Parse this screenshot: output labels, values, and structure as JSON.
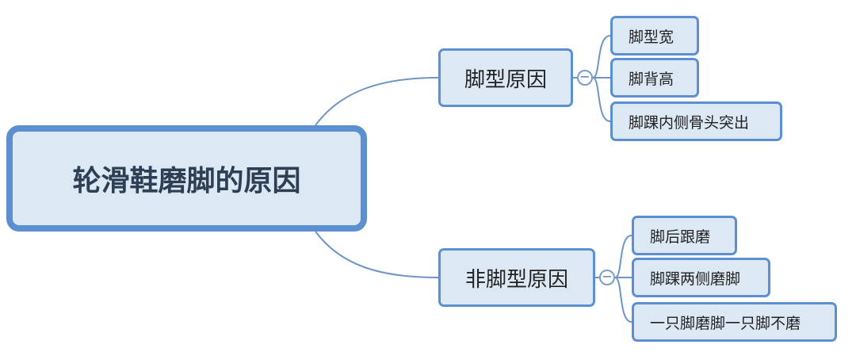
{
  "root": {
    "label": "轮滑鞋磨脚的原因"
  },
  "branches": [
    {
      "label": "脚型原因",
      "toggle": "−",
      "children": [
        "脚型宽",
        "脚背高",
        "脚踝内侧骨头突出"
      ]
    },
    {
      "label": "非脚型原因",
      "toggle": "−",
      "children": [
        "脚后跟磨",
        "脚踝两侧磨脚",
        "一只脚磨脚一只脚不磨"
      ]
    }
  ],
  "colors": {
    "node_fill": "#dde8f5",
    "node_border": "#5b8fd0",
    "connector": "#6e95c6"
  }
}
